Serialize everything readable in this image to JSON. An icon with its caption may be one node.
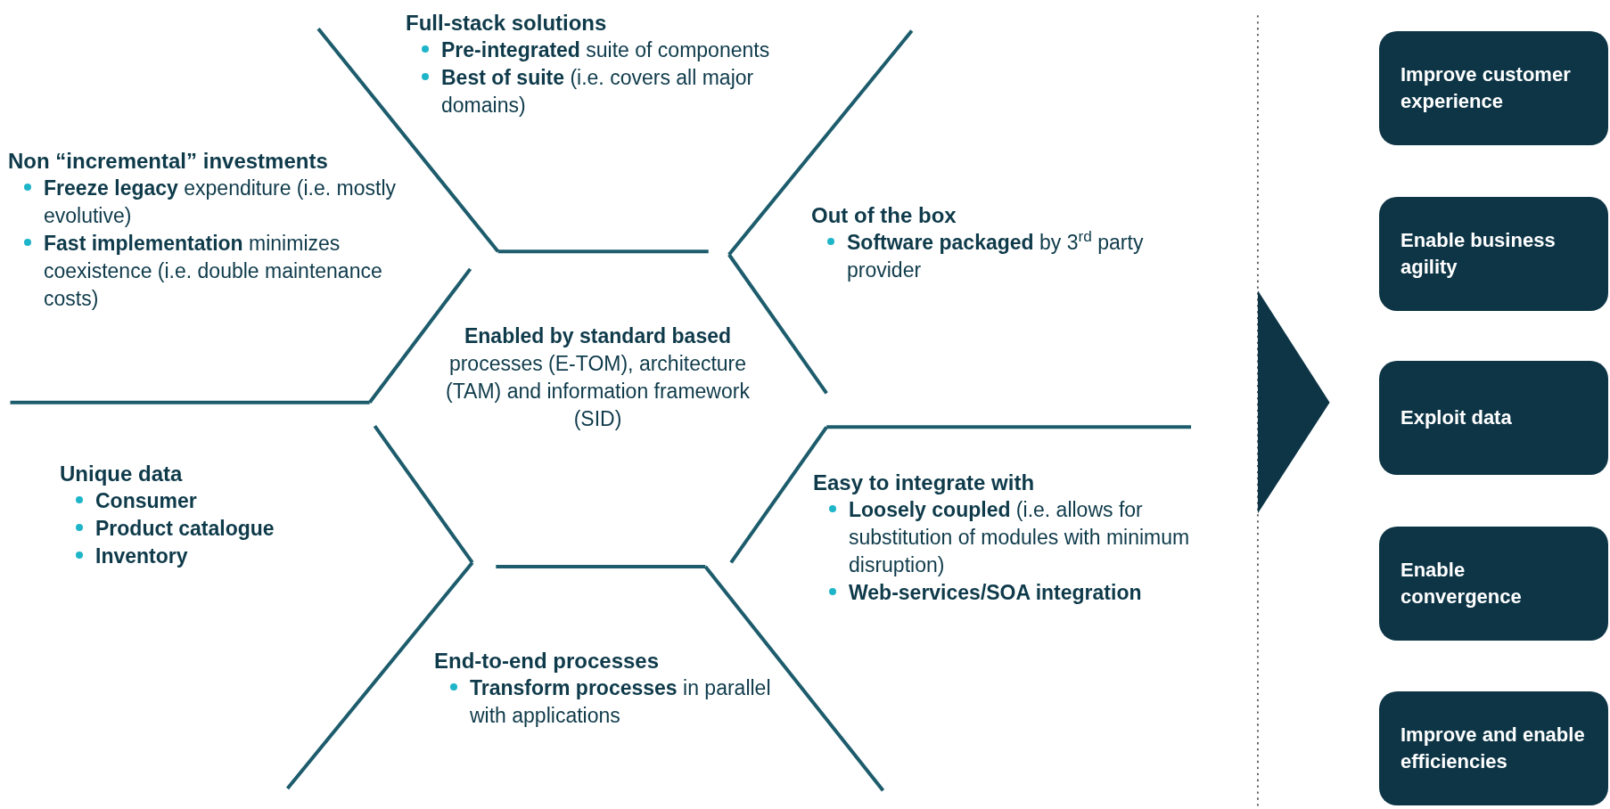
{
  "diagram": {
    "nodes": [
      {
        "text": [
          "Improve customer experience"
        ]
      },
      {
        "text": [
          "Enable business agility"
        ]
      },
      {
        "text": [
          "Exploit data"
        ]
      },
      {
        "text": [
          "Enable convergence"
        ]
      },
      {
        "text": [
          "Improve and enable efficiencies"
        ]
      }
    ],
    "labels": [
      "Full-stack solutions",
      "**Pre-integrated** suite of components",
      "**Best of suite** (i.e. covers all major domains)",
      "Non “incremental” investments",
      "**Freeze legacy** expenditure (i.e. mostly evolutive)",
      "**Fast implementation** minimizes coexistence (i.e. double maintenance costs)",
      "Out of the box",
      "**Software packaged** by 3$^{rd}$ party provider",
      "**Enabled by standard based** processes (E-TOM), architecture (TAM) and information framework (SID)",
      "Easy to integrate with",
      "**Loosely coupled** (i.e. allows for substitution of modules with minimum disruption)",
      "Web-services/SOA integration",
      "Unique data",
      "Consumer",
      "Product catalogue",
      "Inventory",
      "End-to-end processes",
      "**Transform processes** in parallel with applications"
    ]
  }
}
